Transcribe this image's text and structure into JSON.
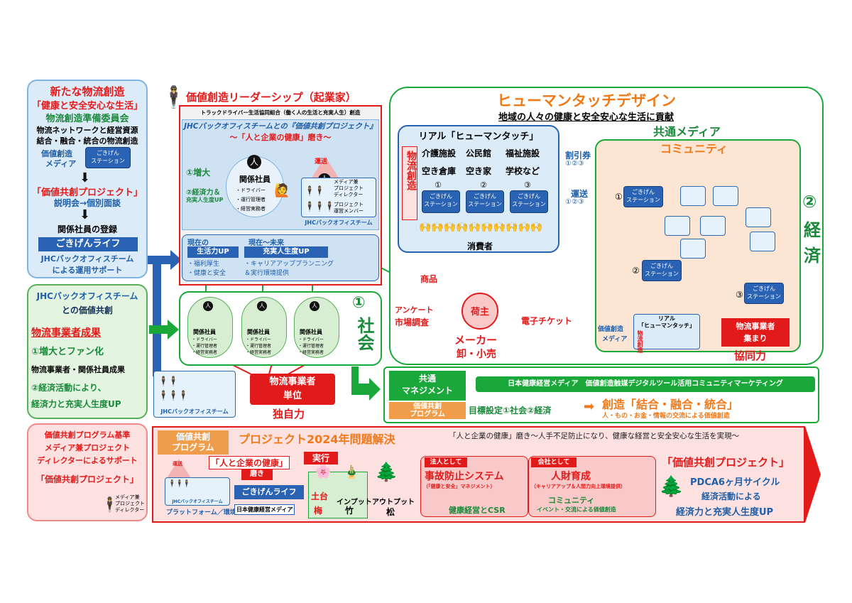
{
  "left_top": {
    "title1": "新たな物流創造",
    "title2": "「健康と安全安心な生活」",
    "title3": "物流創造準備委員会",
    "line1": "物流ネットワークと経営資源",
    "line2": "結合・融合・統合の物流創造",
    "media_label1": "価値創造",
    "media_label2": "メディア",
    "station": "ごきげん\nステーション",
    "project": "「価値共創プロジェクト」",
    "briefing": "説明会→個別面談",
    "register": "関係社員の登録",
    "gokigen_life": "ごきげんライフ",
    "support1": "JHCバックオフィスチーム",
    "support2": "による運用サポート"
  },
  "left_mid": {
    "t1": "JHCバックオフィスチーム",
    "t2": "との価値共創",
    "t3": "物流事業者成果",
    "t4": "①増大とファン化",
    "t5": "物流事業者・関係社員成果",
    "t6": "②経済活動により、",
    "t7": "経済力と充実人生度UP"
  },
  "left_bottom": {
    "l1": "価値共創プログラム基準",
    "l2": "メディア兼プロジェクト",
    "l3": "ディレクターによるサポート",
    "l4": "「価値共創プロジェクト」",
    "director1": "メディア兼",
    "director2": "プロジェクト",
    "director3": "ディレクター"
  },
  "leader": {
    "title": "価値創造リーダーシップ（起業家）",
    "sub": "トラックドライバー生活協同組合（働く人の生活と充実人生）創造",
    "jhc1": "JHCバックオフィスチームとの『価値共創プロジェクト』",
    "jhc2": "〜「人と企業の健康」磨き〜",
    "increase": "①増大",
    "econ1": "②経済力＆",
    "econ2": "充実人生度UP",
    "staff_title": "関係社員",
    "staff1": "・ドライバー",
    "staff2": "・運行管理者",
    "staff3": "・経営実務者",
    "unso": "運送",
    "media_pd1": "メディア兼",
    "media_pd2": "プロジェクト",
    "media_pd3": "ディレクター",
    "project_member1": "プロジェクト",
    "project_member2": "運営メンバー",
    "backoffice": "JHCバックオフィスチーム",
    "now": "現在の",
    "future": "現在〜未来",
    "life_up": "生活力UP",
    "fulfill_up": "充実人生度UP",
    "welfare1": "・福利厚生",
    "welfare2": "・健康と安全",
    "career1": "・キャリアアッププランニング",
    "career2": "＆実行環境提供"
  },
  "society": {
    "num": "①",
    "label": "社会",
    "staff_title": "関係社員",
    "staff1": "・ドライバー",
    "staff2": "・運行管理者",
    "staff3": "・経営実務者",
    "unit1": "物流事業者",
    "unit2": "単位",
    "own": "独自力",
    "backoffice": "JHCバックオフィスチーム"
  },
  "human_touch": {
    "title": "ヒューマンタッチデザイン",
    "sub": "地域の人々の健康と安全安心な生活に貢献",
    "real": "リアル「ヒューマンタッチ」",
    "logistics": "物流創造",
    "fac1": "介護施設",
    "fac2": "公民館",
    "fac3": "福祉施設",
    "fac4": "空き倉庫",
    "fac5": "空き家",
    "fac6": "学校など",
    "n1": "①",
    "n2": "②",
    "n3": "③",
    "station": "ごきげん\nステーション",
    "consumer": "消費者",
    "discount": "割引券",
    "discount_n": "①②③",
    "transport": "運送",
    "transport_n": "①②③",
    "product": "商品",
    "survey1": "アンケート",
    "survey2": "市場調査",
    "shipper": "荷主",
    "maker1": "メーカー",
    "maker2": "卸・小売",
    "eticket": "電子チケット"
  },
  "common_media": {
    "title1": "共通メディア",
    "title2": "コミュニティ",
    "econ_num": "②",
    "econ1": "経",
    "econ2": "済",
    "media1": "価値創造",
    "media2": "メディア",
    "real1": "リアル",
    "real2": "「ヒューマンタッチ」",
    "logistics": "物流創造",
    "gather1": "物流事業者",
    "gather2": "集まり",
    "coop": "協同力"
  },
  "management": {
    "common1": "共通",
    "common2": "マネジメント",
    "media_line": "日本健康経営メディア　価値創造触媒デジタルツール活用コミュニティマーケティング",
    "prog1": "価値共創",
    "prog2": "プログラム",
    "goal": "目標設定①社会②経済",
    "create": "創造「結合・融合・統合」",
    "exchange": "人・もの・お金・情報の交流による価値創造"
  },
  "bottom": {
    "prog1": "価値共創",
    "prog2": "プログラム",
    "headline": "プロジェクト2024年問題解決",
    "headline2": "「人と企業の健康」磨き〜人手不足防止になり、健康な経営と安全安心な生活を実現〜",
    "health1": "「人と企業の健康」",
    "health2": "磨き",
    "exec": "実行",
    "unso": "運送",
    "gokigen": "ごきげんライフ",
    "platform": "プラットフォーム／環境",
    "jmedia": "日本健康経営メディア",
    "doudai": "土台",
    "ume": "梅",
    "input": "インプット",
    "take": "竹",
    "output": "アウトプット",
    "matsu": "松",
    "corp1": "法人として",
    "corp2": "事故防止システム",
    "corp3": "（「健康と安全」マネジメント）",
    "corp4": "健康経営とCSR",
    "comp1": "会社として",
    "comp2": "人財育成",
    "comp3": "（キャリアアップ＆人間力向上環境提供）",
    "comp4": "コミュニティ",
    "comp5": "イベント・交流による価値創造",
    "proj": "「価値共創プロジェクト」",
    "pdca": "PDCA6ヶ月サイクル",
    "econ_act": "経済活動による",
    "econ_up": "経済力と充実人生度UP",
    "backoffice": "JHCバックオフィスチーム"
  },
  "colors": {
    "red": "#e21a1a",
    "green": "#1a8a3a",
    "blue": "#1f5fa8",
    "orange": "#ef7a1a"
  }
}
